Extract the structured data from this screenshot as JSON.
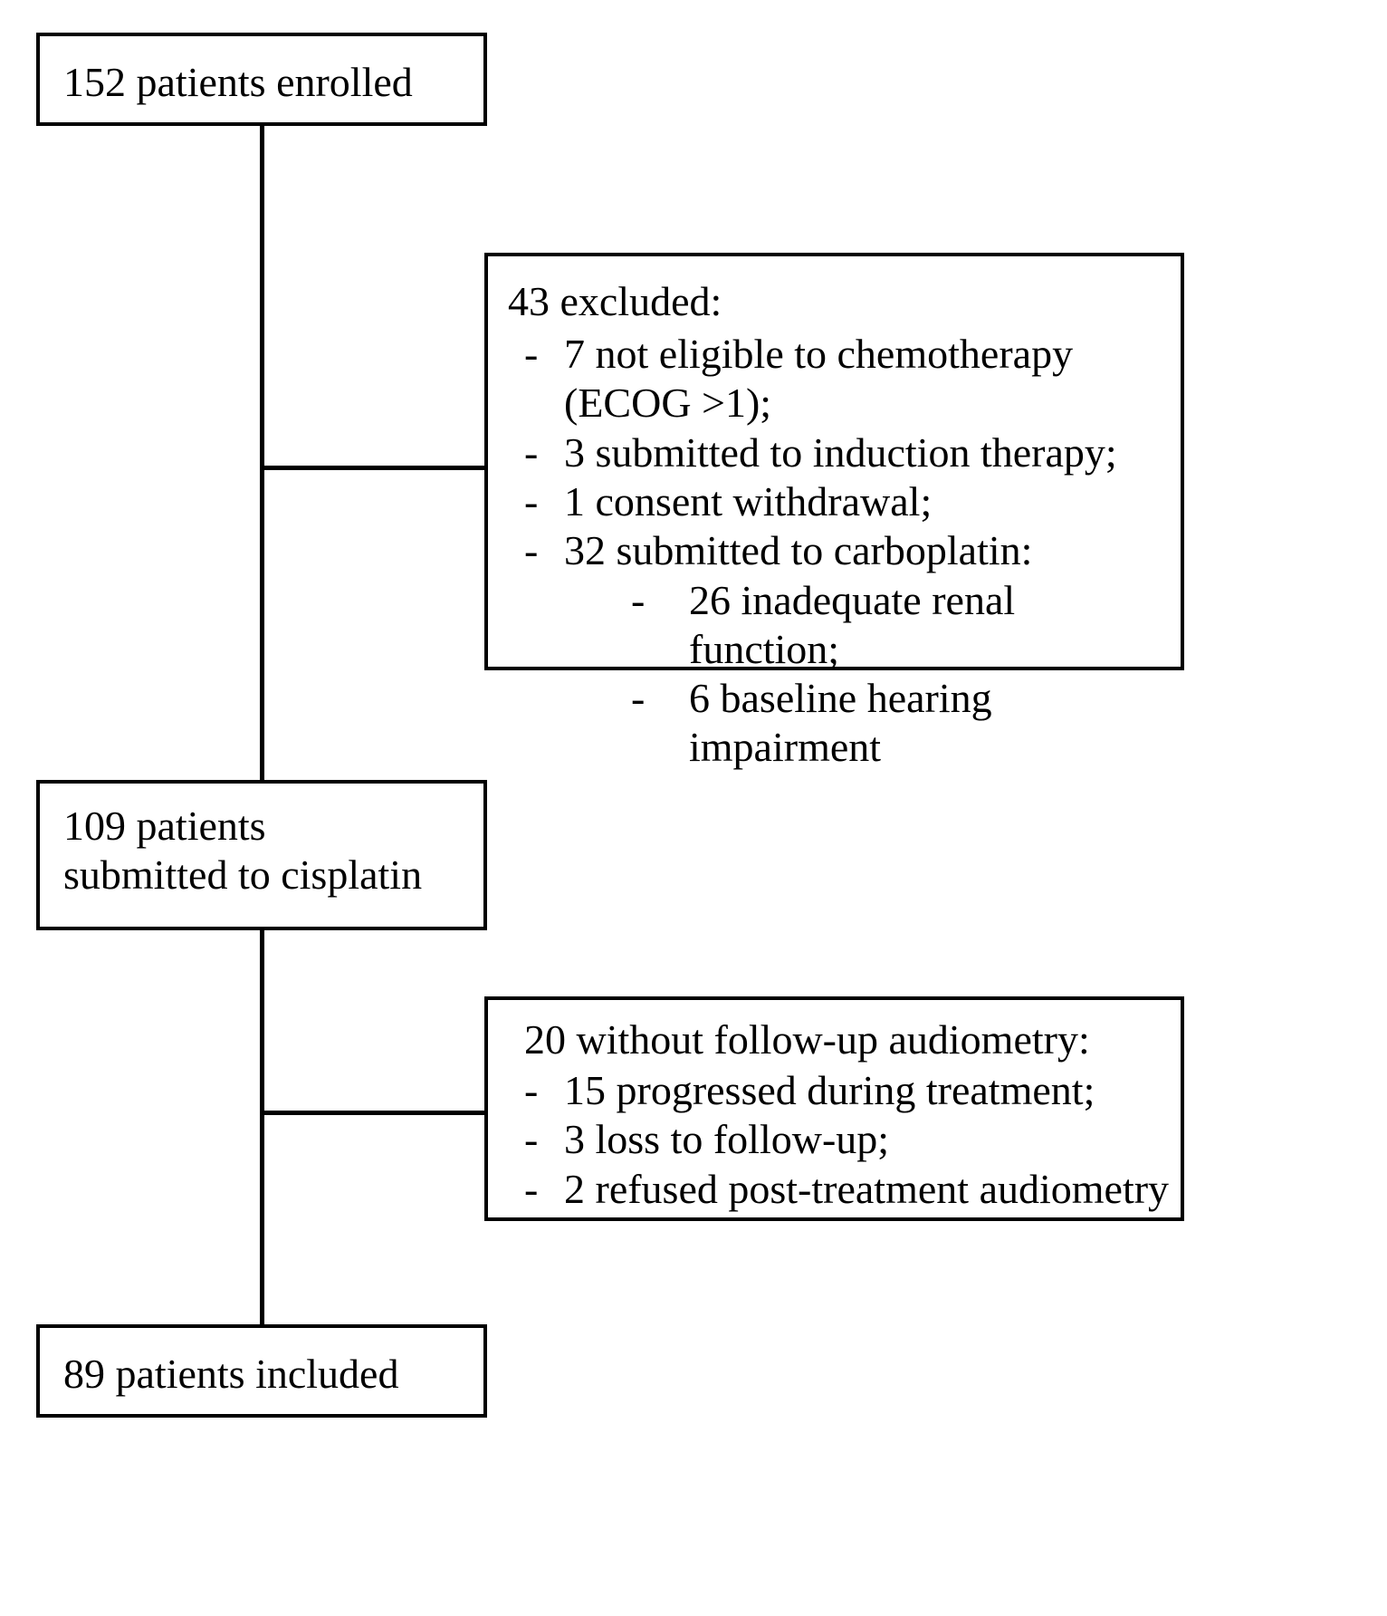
{
  "diagram": {
    "type": "flowchart",
    "title": "Patient enrollment and inclusion flow diagram",
    "colors": {
      "stroke": "#000000",
      "background": "#ffffff",
      "text": "#000000"
    },
    "nodes": {
      "enrolled": {
        "label": "152 patients enrolled",
        "count": 152
      },
      "excluded": {
        "header": "43 excluded:",
        "count": 43,
        "items": [
          {
            "dash": "-",
            "text": "7 not eligible to chemotherapy\n(ECOG >1);",
            "count": 7,
            "level": 1
          },
          {
            "dash": "-",
            "text": "3 submitted to induction therapy;",
            "count": 3,
            "level": 1
          },
          {
            "dash": "-",
            "text": "1 consent withdrawal;",
            "count": 1,
            "level": 1
          },
          {
            "dash": "-",
            "text": "32 submitted to carboplatin:",
            "count": 32,
            "level": 1
          },
          {
            "dash": "-",
            "text": "26 inadequate renal function;",
            "count": 26,
            "level": 2
          },
          {
            "dash": "-",
            "text": "6 baseline hearing impairment",
            "count": 6,
            "level": 2
          }
        ]
      },
      "cisplatin": {
        "label": "109 patients\nsubmitted to cisplatin",
        "count": 109
      },
      "no_followup": {
        "header": "20 without follow-up audiometry:",
        "count": 20,
        "items": [
          {
            "dash": "-",
            "text": "15 progressed during treatment;",
            "count": 15,
            "level": 1
          },
          {
            "dash": "-",
            "text": "3 loss to follow-up;",
            "count": 3,
            "level": 1
          },
          {
            "dash": "-",
            "text": "2 refused post-treatment audiometry",
            "count": 2,
            "level": 1
          }
        ]
      },
      "included": {
        "label": "89 patients included",
        "count": 89
      }
    },
    "edges": [
      {
        "from": "enrolled",
        "to": "cisplatin",
        "kind": "vertical"
      },
      {
        "from": "enrolled",
        "to": "excluded",
        "kind": "branch-right"
      },
      {
        "from": "cisplatin",
        "to": "included",
        "kind": "vertical"
      },
      {
        "from": "cisplatin",
        "to": "no_followup",
        "kind": "branch-right"
      }
    ]
  }
}
